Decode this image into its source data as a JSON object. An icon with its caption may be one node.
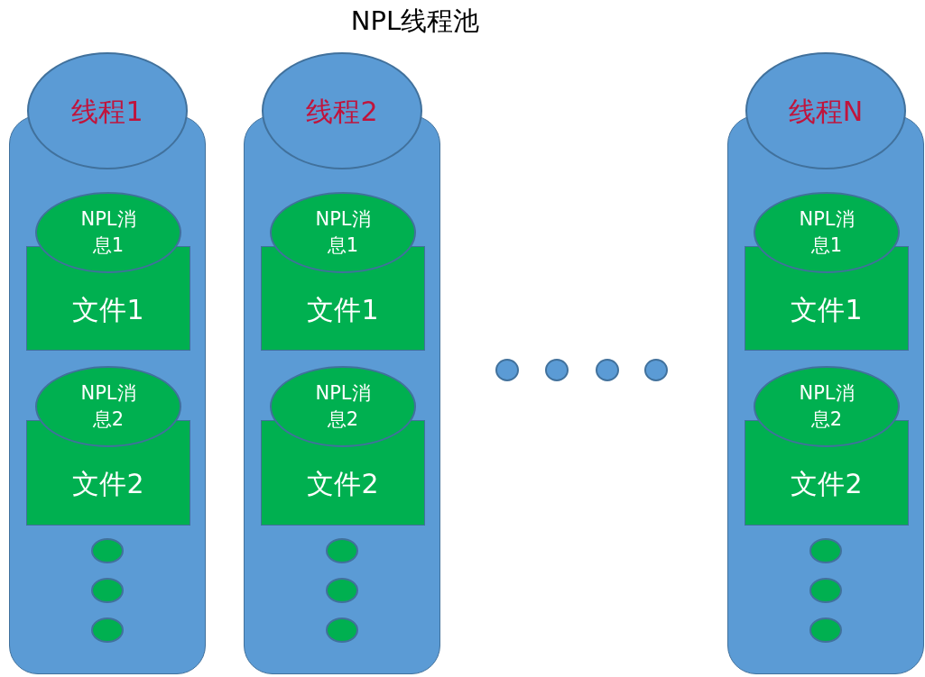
{
  "diagram": {
    "title": "NPL线程池",
    "nodes": [
      {
        "text": [],
        "shape": "box"
      },
      {
        "text": [
          "线程1"
        ]
      },
      {
        "text": [
          "NPL消息1"
        ],
        "in": 0
      },
      {
        "text": [
          "文件1"
        ],
        "in": 0
      },
      {
        "text": [
          "NPL消息2"
        ],
        "in": 0
      },
      {
        "text": [
          "文件2"
        ],
        "in": 0
      },
      {
        "text": [],
        "shape": "circle",
        "in": 0
      },
      {
        "text": [],
        "shape": "circle",
        "in": 0
      },
      {
        "text": [],
        "shape": "circle",
        "in": 0
      },
      {
        "text": [],
        "shape": "box"
      },
      {
        "text": [
          "线程2"
        ]
      },
      {
        "text": [
          "NPL消息1"
        ],
        "in": 9
      },
      {
        "text": [
          "文件1"
        ],
        "in": 9
      },
      {
        "text": [
          "NPL消息2"
        ],
        "in": 9
      },
      {
        "text": [
          "文件2"
        ],
        "in": 9
      },
      {
        "text": [],
        "shape": "circle",
        "in": 9
      },
      {
        "text": [],
        "shape": "circle",
        "in": 9
      },
      {
        "text": [],
        "shape": "circle",
        "in": 9
      },
      {
        "text": [],
        "shape": "circle"
      },
      {
        "text": [],
        "shape": "circle"
      },
      {
        "text": [],
        "shape": "circle"
      },
      {
        "text": [],
        "shape": "circle"
      },
      {
        "text": [],
        "shape": "box"
      },
      {
        "text": [
          "线程N"
        ]
      },
      {
        "text": [
          "NPL消息1"
        ],
        "in": 22
      },
      {
        "text": [
          "文件1"
        ],
        "in": 22
      },
      {
        "text": [
          "NPL消息2"
        ],
        "in": 22
      },
      {
        "text": [
          "文件2"
        ],
        "in": 22
      },
      {
        "text": [],
        "shape": "circle",
        "in": 22
      },
      {
        "text": [],
        "shape": "circle",
        "in": 22
      },
      {
        "text": [],
        "shape": "circle",
        "in": 22
      }
    ]
  }
}
